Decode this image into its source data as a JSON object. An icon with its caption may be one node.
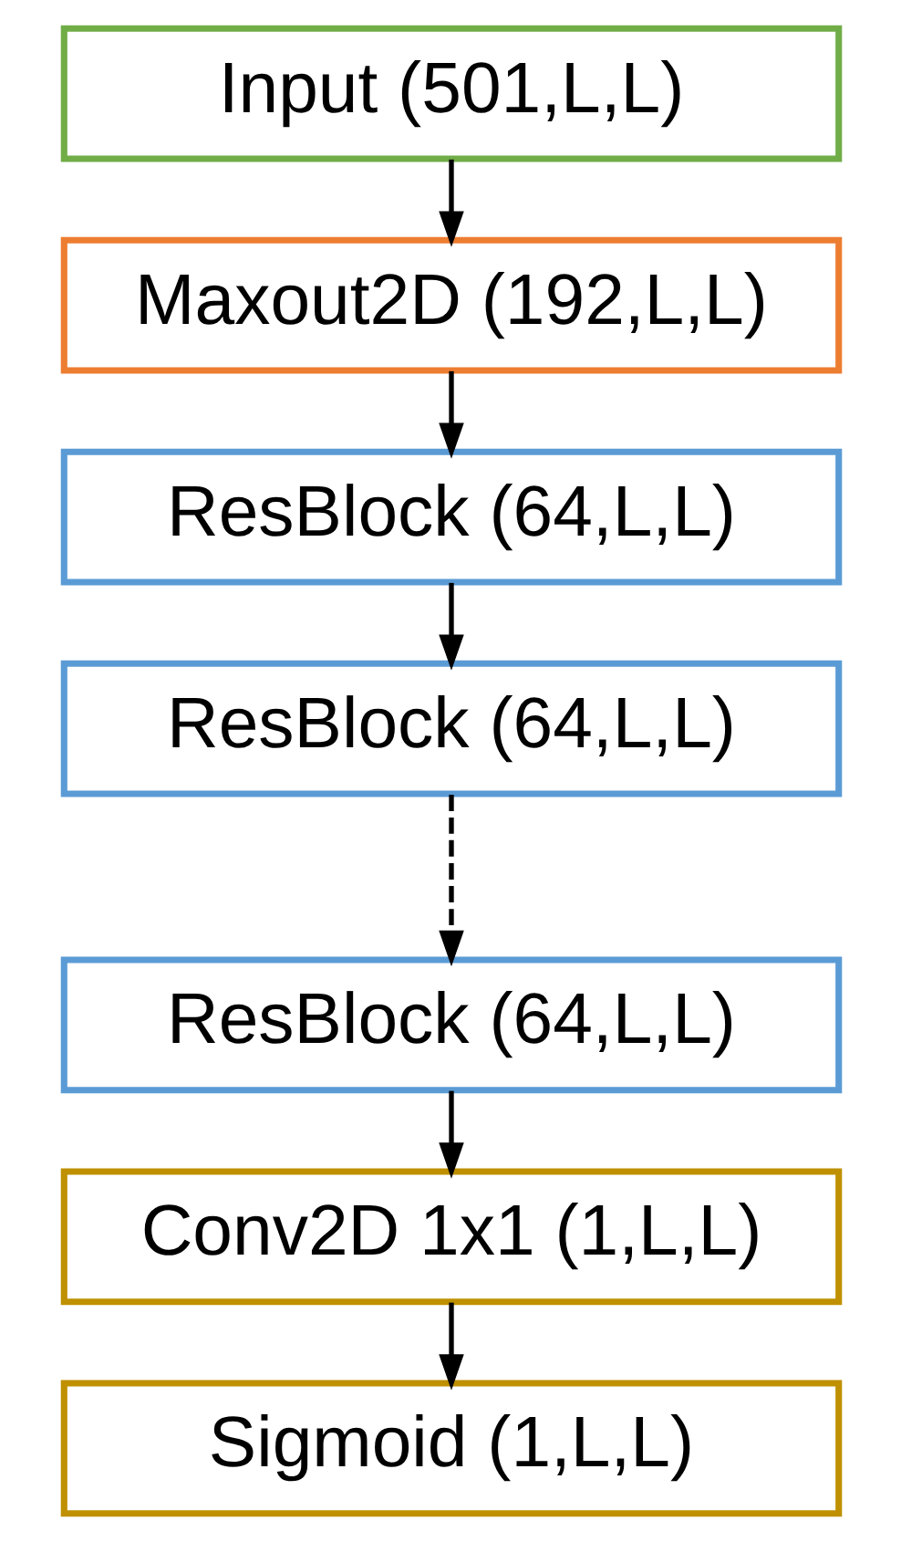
{
  "diagram": {
    "nodes": [
      {
        "text": [
          "Input (501,L,L)"
        ]
      },
      {
        "text": [
          "Maxout2D (192,L,L)"
        ]
      },
      {
        "text": [
          "ResBlock (64,L,L)"
        ]
      },
      {
        "text": [
          "ResBlock (64,L,L)"
        ]
      },
      {
        "text": [
          "ResBlock (64,L,L)"
        ]
      },
      {
        "text": [
          "Conv2D 1x1 (1,L,L)"
        ]
      },
      {
        "text": [
          "Sigmoid (1,L,L)"
        ]
      }
    ],
    "edges": [
      {
        "from": 0,
        "to": 1,
        "arrow": "to"
      },
      {
        "from": 1,
        "to": 2,
        "arrow": "to"
      },
      {
        "from": 2,
        "to": 3,
        "arrow": "to"
      },
      {
        "from": 3,
        "to": 4,
        "arrow": "to",
        "style": "dashed"
      },
      {
        "from": 4,
        "to": 5,
        "arrow": "to"
      },
      {
        "from": 5,
        "to": 6,
        "arrow": "to"
      }
    ]
  }
}
